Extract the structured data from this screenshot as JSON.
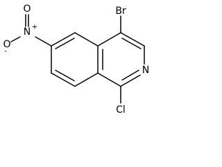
{
  "molecule": {
    "atoms": {
      "bromine": "Br",
      "nitrogen_ring": "N",
      "chlorine": "Cl",
      "nitro_nitrogen": "N",
      "nitro_oxygen_top": "O",
      "nitro_oxygen_left": "O"
    },
    "charges": {
      "nitro_nitrogen": "+",
      "nitro_oxygen_left": "-"
    }
  }
}
